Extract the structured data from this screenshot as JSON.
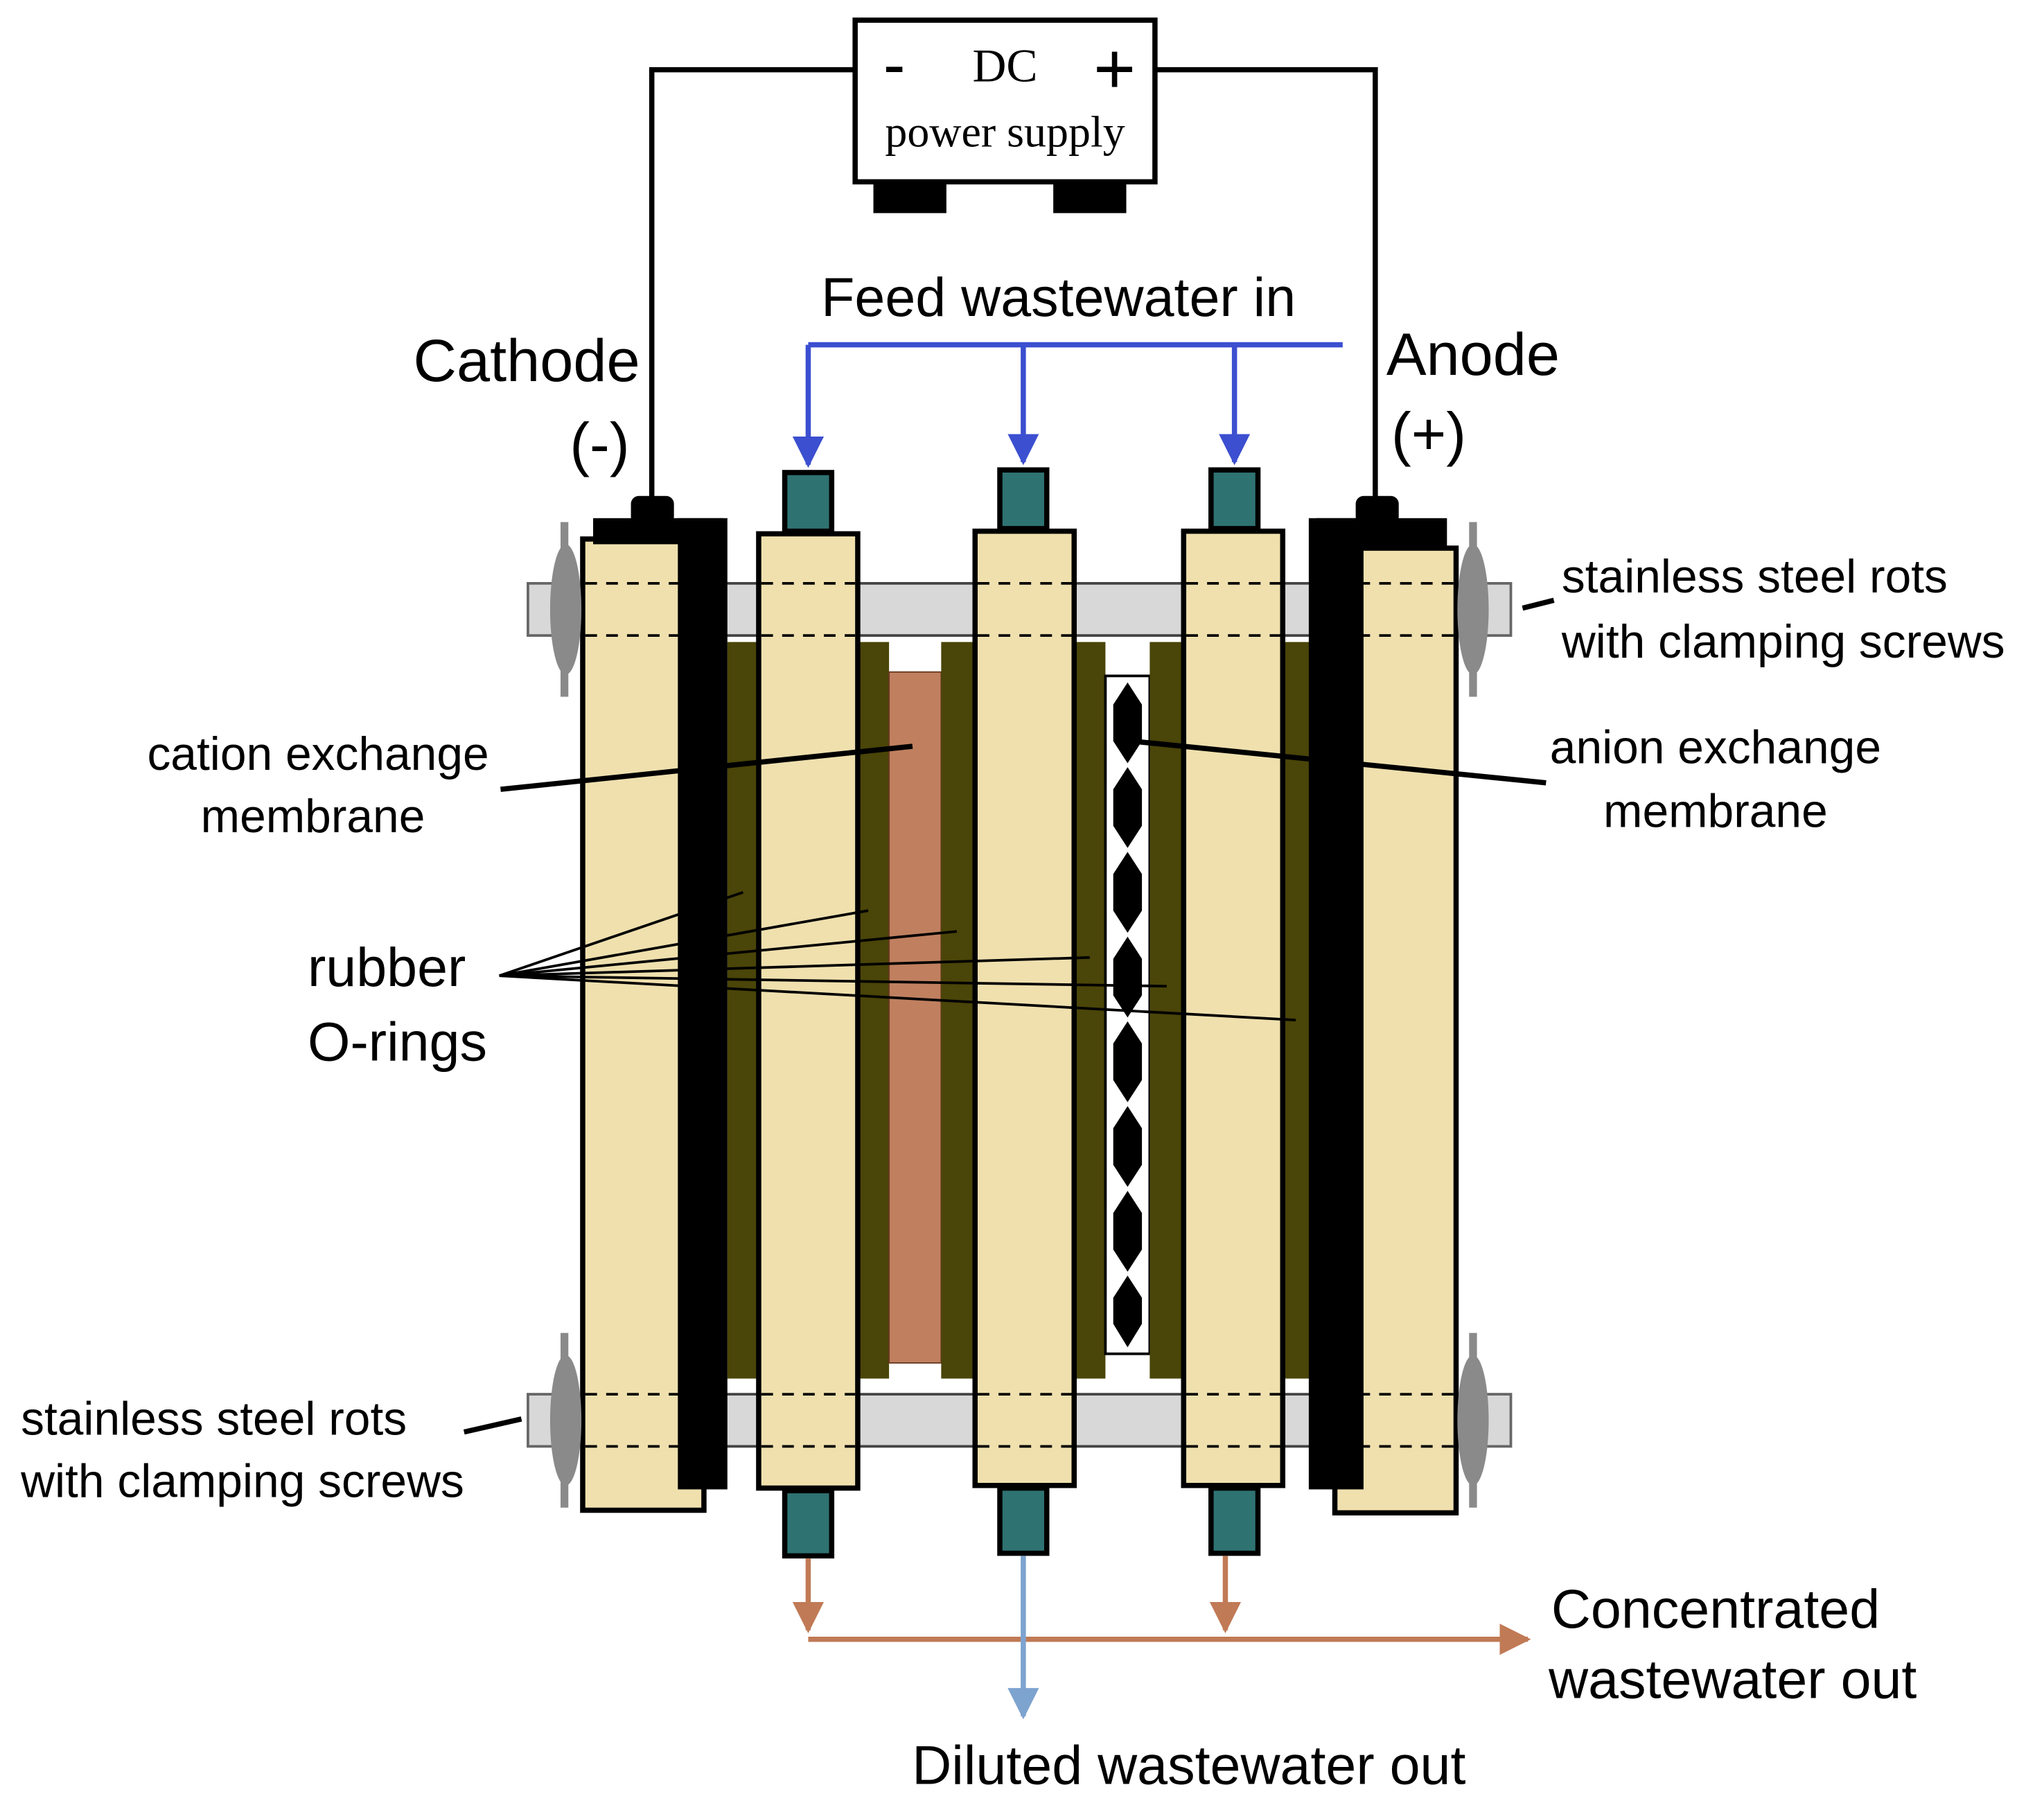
{
  "power_supply": {
    "minus": "-",
    "title": "DC",
    "plus": "+",
    "subtitle": "power supply"
  },
  "labels": {
    "feed_in": "Feed wastewater in",
    "cathode": "Cathode",
    "cathode_sign": "(-)",
    "anode": "Anode",
    "anode_sign": "(+)",
    "rods_right_line1": "stainless steel rots",
    "rods_right_line2": "with clamping screws",
    "rods_left_line1": "stainless steel rots",
    "rods_left_line2": "with clamping screws",
    "cation_line1": "cation exchange",
    "cation_line2": "membrane",
    "anion_line1": "anion exchange",
    "anion_line2": "membrane",
    "orings_line1": "rubber",
    "orings_line2": "O-rings",
    "concentrated_line1": "Concentrated",
    "concentrated_line2": "wastewater out",
    "diluted_out": "Diluted wastewater out"
  },
  "colors": {
    "frame": "#efe0ae",
    "electrode": "#000000",
    "oring": "#4a4508",
    "cation_membrane": "#c08060",
    "port": "#2f7272",
    "rod": "#d8d8d8",
    "screw": "#8a8a8a",
    "feed_arrow": "#3b4fd0",
    "concentrate_arrow": "#c07a55",
    "diluate_arrow": "#7da3cf"
  }
}
